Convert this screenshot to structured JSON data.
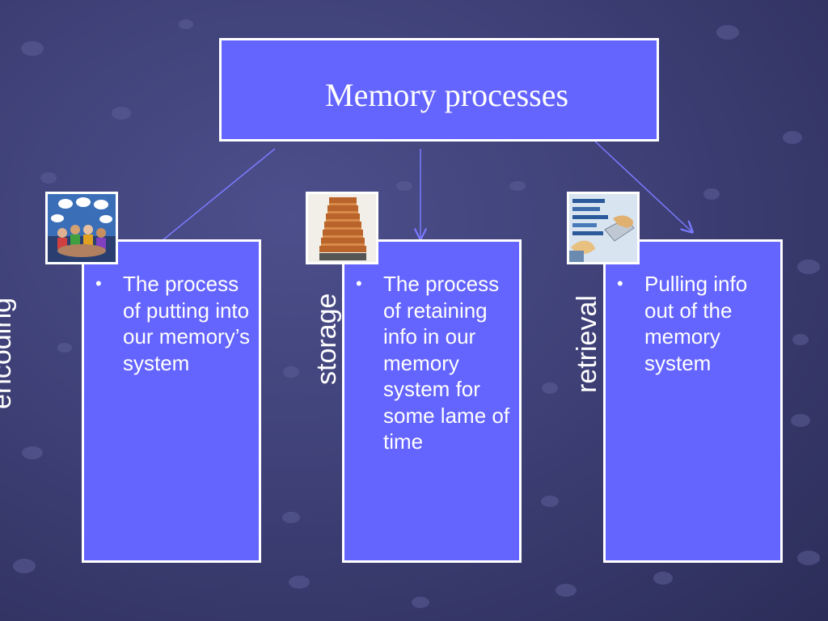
{
  "title": "Memory processes",
  "items": [
    {
      "label": "encoding",
      "bullet": "•",
      "text": "The process of putting into our memory’s system",
      "image_icon": "people-meeting-speech-bubbles"
    },
    {
      "label": "storage",
      "bullet": "•",
      "text": "The process of retaining info in our memory system for some lame of time",
      "image_icon": "wooden-staircase"
    },
    {
      "label": "retrieval",
      "bullet": "•",
      "text": "Pulling info out of the memory system",
      "image_icon": "hand-retrieving-card"
    }
  ],
  "colors": {
    "box_fill": "#6464ff",
    "box_border": "#ffffff",
    "background": "#3b3d72",
    "connector": "#7a7aff"
  }
}
